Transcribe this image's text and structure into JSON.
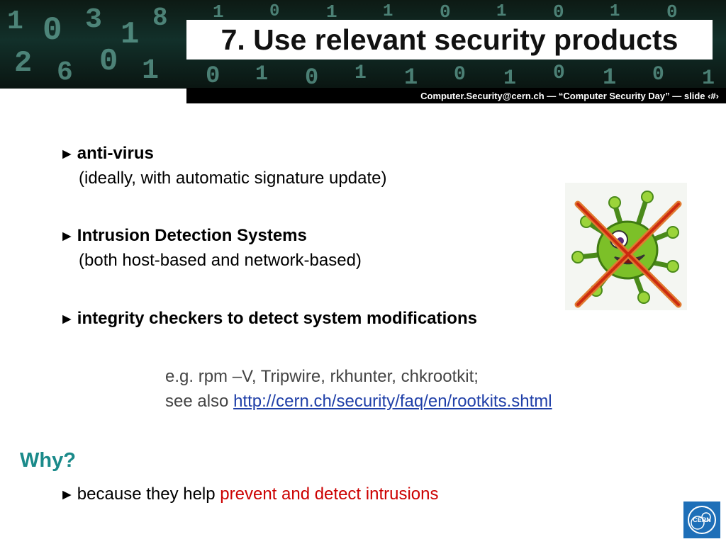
{
  "header": {
    "title": "7. Use relevant security products",
    "footer": "Computer.Security@cern.ch  —  “Computer Security Day” —  slide ‹#›",
    "banner_glyphs": "1 0 3 1 8 2 6 0 1 1 0"
  },
  "bullets": [
    {
      "title": "anti-virus",
      "detail": "(ideally, with automatic signature update)"
    },
    {
      "title": "Intrusion Detection Systems",
      "detail": "(both host-based and network-based)"
    },
    {
      "title": "integrity checkers to detect system modifications"
    }
  ],
  "example": {
    "line1": "e.g. rpm –V, Tripwire,  rkhunter, chkrootkit;",
    "line2_prefix": "see also ",
    "link": "http://cern.ch/security/faq/en/rootkits.shtml"
  },
  "why": {
    "heading": "Why?",
    "prefix": "because they help ",
    "highlight": "prevent and detect intrusions"
  },
  "arrow_glyph": "►",
  "icons": {
    "virus": "crossed-out-virus-icon",
    "logo": "cern-logo"
  },
  "colors": {
    "why": "#1a8a8a",
    "highlight": "#cc0000",
    "link": "#1f3fa8",
    "footer_bar": "#000000"
  }
}
